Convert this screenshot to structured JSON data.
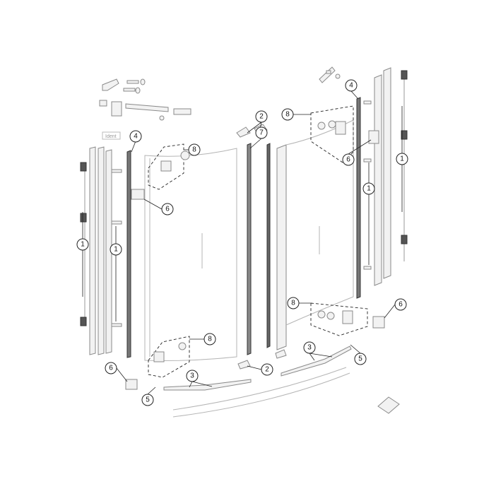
{
  "label_tag": "Ident",
  "callouts": [
    "8",
    "4",
    "6",
    "1",
    "1",
    "8",
    "6",
    "3",
    "5",
    "2",
    "7",
    "2",
    "4",
    "8",
    "6",
    "1",
    "1",
    "8",
    "6",
    "3",
    "5"
  ]
}
